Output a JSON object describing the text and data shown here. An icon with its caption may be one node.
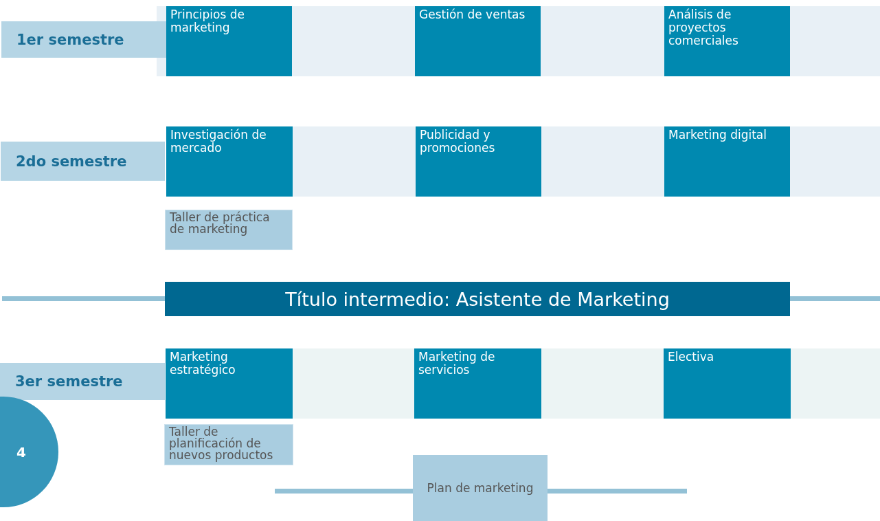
{
  "diagram": {
    "nodes": [
      {
        "text": [
          "1er semestre"
        ]
      },
      {
        "text": [
          "Principios de marketing"
        ]
      },
      {
        "text": [
          "Gestión de ventas"
        ]
      },
      {
        "text": [
          "Análisis de proyectos comerciales"
        ]
      },
      {
        "text": [
          "2do semestre"
        ]
      },
      {
        "text": [
          "Investigación de mercado"
        ]
      },
      {
        "text": [
          "Publicidad y promociones"
        ]
      },
      {
        "text": [
          "Marketing digital"
        ]
      },
      {
        "text": [
          "Taller de práctica de marketing"
        ]
      },
      {
        "text": [
          "Título intermedio: Asistente de Marketing"
        ]
      },
      {
        "text": [
          "3er semestre"
        ]
      },
      {
        "text": [
          "Marketing estratégico"
        ]
      },
      {
        "text": [
          "Marketing de servicios"
        ]
      },
      {
        "text": [
          "Electiva"
        ]
      },
      {
        "text": [
          "Taller de planificación de nuevos productos"
        ]
      },
      {
        "text": [
          "4"
        ]
      },
      {
        "text": [
          "Plan de marketing"
        ]
      }
    ]
  }
}
